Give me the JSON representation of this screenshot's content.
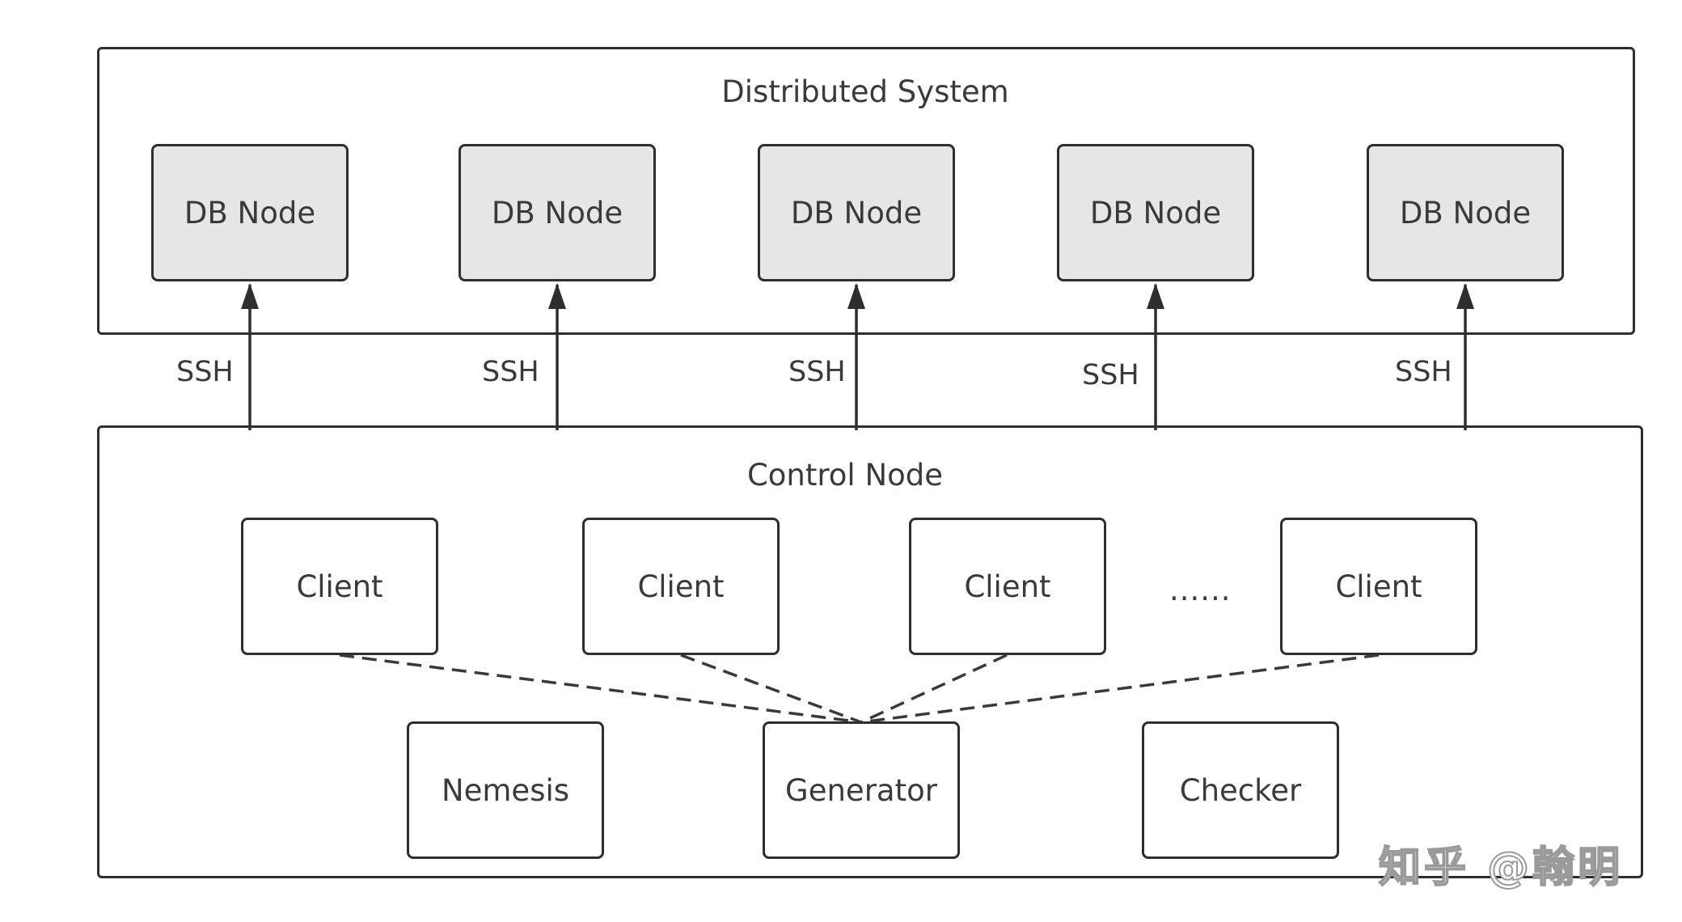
{
  "distributed_system": {
    "title": "Distributed System",
    "nodes": [
      "DB Node",
      "DB Node",
      "DB Node",
      "DB Node",
      "DB Node"
    ]
  },
  "connections": {
    "labels": [
      "SSH",
      "SSH",
      "SSH",
      "SSH",
      "SSH"
    ]
  },
  "control_node": {
    "title": "Control Node",
    "clients": [
      "Client",
      "Client",
      "Client",
      "Client"
    ],
    "ellipsis": "......",
    "components": {
      "nemesis": "Nemesis",
      "generator": "Generator",
      "checker": "Checker"
    }
  },
  "watermark": "知乎 @翰明",
  "colors": {
    "db_node_fill": "#e6e6e6",
    "stroke": "#2e2e2e",
    "text": "#3a3a3a"
  }
}
